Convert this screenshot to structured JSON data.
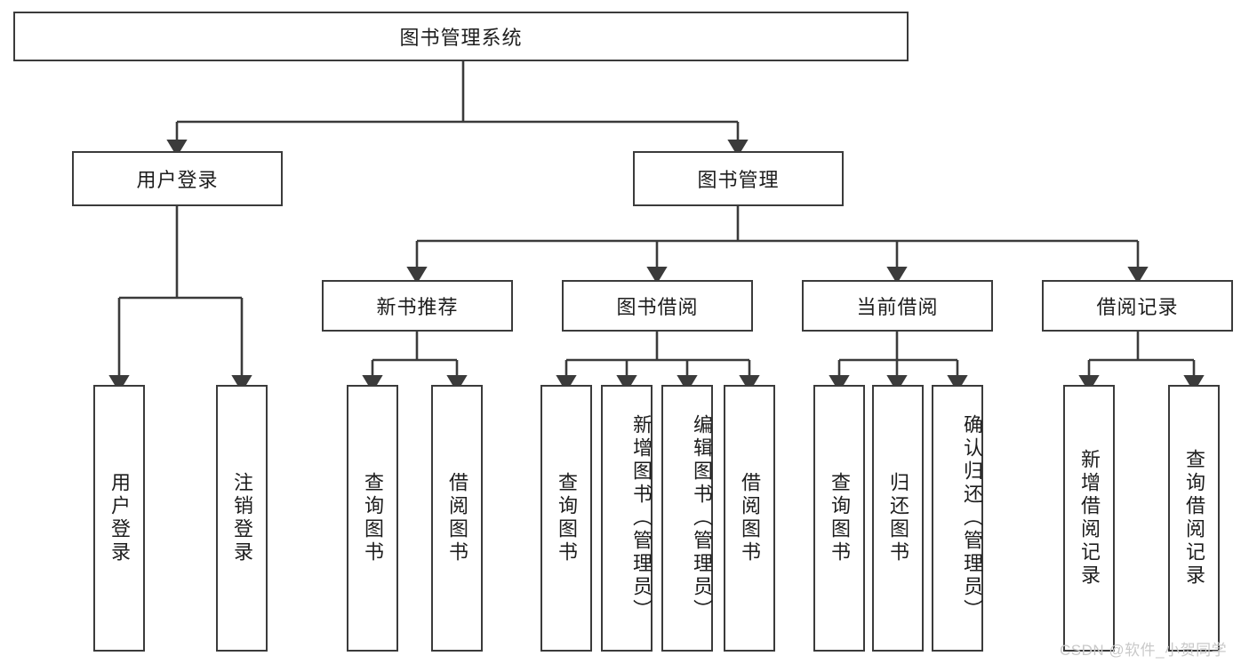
{
  "diagram": {
    "title": "图书管理系统",
    "type": "hierarchy-tree",
    "level1": [
      {
        "id": "user-login",
        "label": "用户登录"
      },
      {
        "id": "book-manage",
        "label": "图书管理"
      }
    ],
    "level2": [
      {
        "id": "new-book-recommend",
        "label": "新书推荐"
      },
      {
        "id": "book-borrow",
        "label": "图书借阅"
      },
      {
        "id": "current-borrow",
        "label": "当前借阅"
      },
      {
        "id": "borrow-record",
        "label": "借阅记录"
      }
    ],
    "leaves": {
      "user_login": [
        {
          "id": "leaf-user-login",
          "label": "用户登录"
        },
        {
          "id": "leaf-user-logout",
          "label": "注销登录"
        }
      ],
      "new_book_recommend": [
        {
          "id": "leaf-query-book-1",
          "label": "查询图书"
        },
        {
          "id": "leaf-borrow-book-1",
          "label": "借阅图书"
        }
      ],
      "book_borrow": [
        {
          "id": "leaf-query-book-2",
          "label": "查询图书"
        },
        {
          "id": "leaf-add-book",
          "label": "新增图书（管理员）"
        },
        {
          "id": "leaf-edit-book",
          "label": "编辑图书（管理员）"
        },
        {
          "id": "leaf-borrow-book-2",
          "label": "借阅图书"
        }
      ],
      "current_borrow": [
        {
          "id": "leaf-query-book-3",
          "label": "查询图书"
        },
        {
          "id": "leaf-return-book",
          "label": "归还图书"
        },
        {
          "id": "leaf-confirm-return",
          "label": "确认归还（管理员）"
        }
      ],
      "borrow_record": [
        {
          "id": "leaf-add-record",
          "label": "新增借阅记录"
        },
        {
          "id": "leaf-query-record",
          "label": "查询借阅记录"
        }
      ]
    }
  },
  "watermark": {
    "text": "CSDN @软件_小贺同学"
  },
  "colors": {
    "border": "#3b3b3b",
    "text": "#1d1d1d",
    "background": "#ffffff",
    "watermark": "#c9c9c9"
  }
}
